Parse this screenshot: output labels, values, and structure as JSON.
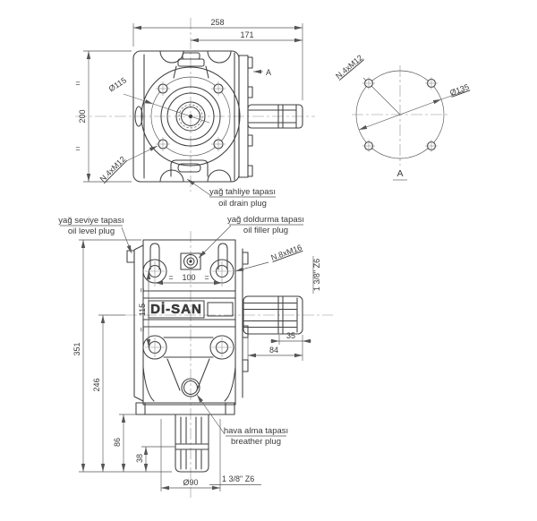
{
  "brand": "Dİ-SAN",
  "eq": "=",
  "top_view": {
    "dim_width_total": "258",
    "dim_width_to_shaft_end": "171",
    "dim_height": "200",
    "dim_flange_dia": "Ø115",
    "dim_bolts": "N.4xM12",
    "view_arrow": "A",
    "drain_label_tr": "yağ tahliye tapası",
    "drain_label_en": "oil drain plug"
  },
  "view_a": {
    "dim_bolt_circle_dia": "Ø135",
    "dim_bolts": "N.4xM12",
    "view_label": "A"
  },
  "front_view": {
    "dim_height_total": "351",
    "dim_axis_to_shaft_end": "246",
    "dim_flange_to_shaft_end": "86",
    "dim_groove_to_shaft_end": "38",
    "dim_spigot_dia": "Ø90",
    "dim_bolt_spacing_horizontal": "100",
    "dim_bolt_spacing_vertical": "115",
    "dim_spline_end_length": "35",
    "dim_side_shaft_length": "84",
    "dim_bolts": "N.8xM16",
    "spline_spec": "1 3/8\" Z6",
    "level_label_tr": "yağ seviye tapası",
    "level_label_en": "oil level plug",
    "filler_label_tr": "yağ doldurma tapası",
    "filler_label_en": "oil filler plug",
    "breather_label_tr": "hava alma tapası",
    "breather_label_en": "breather plug"
  }
}
